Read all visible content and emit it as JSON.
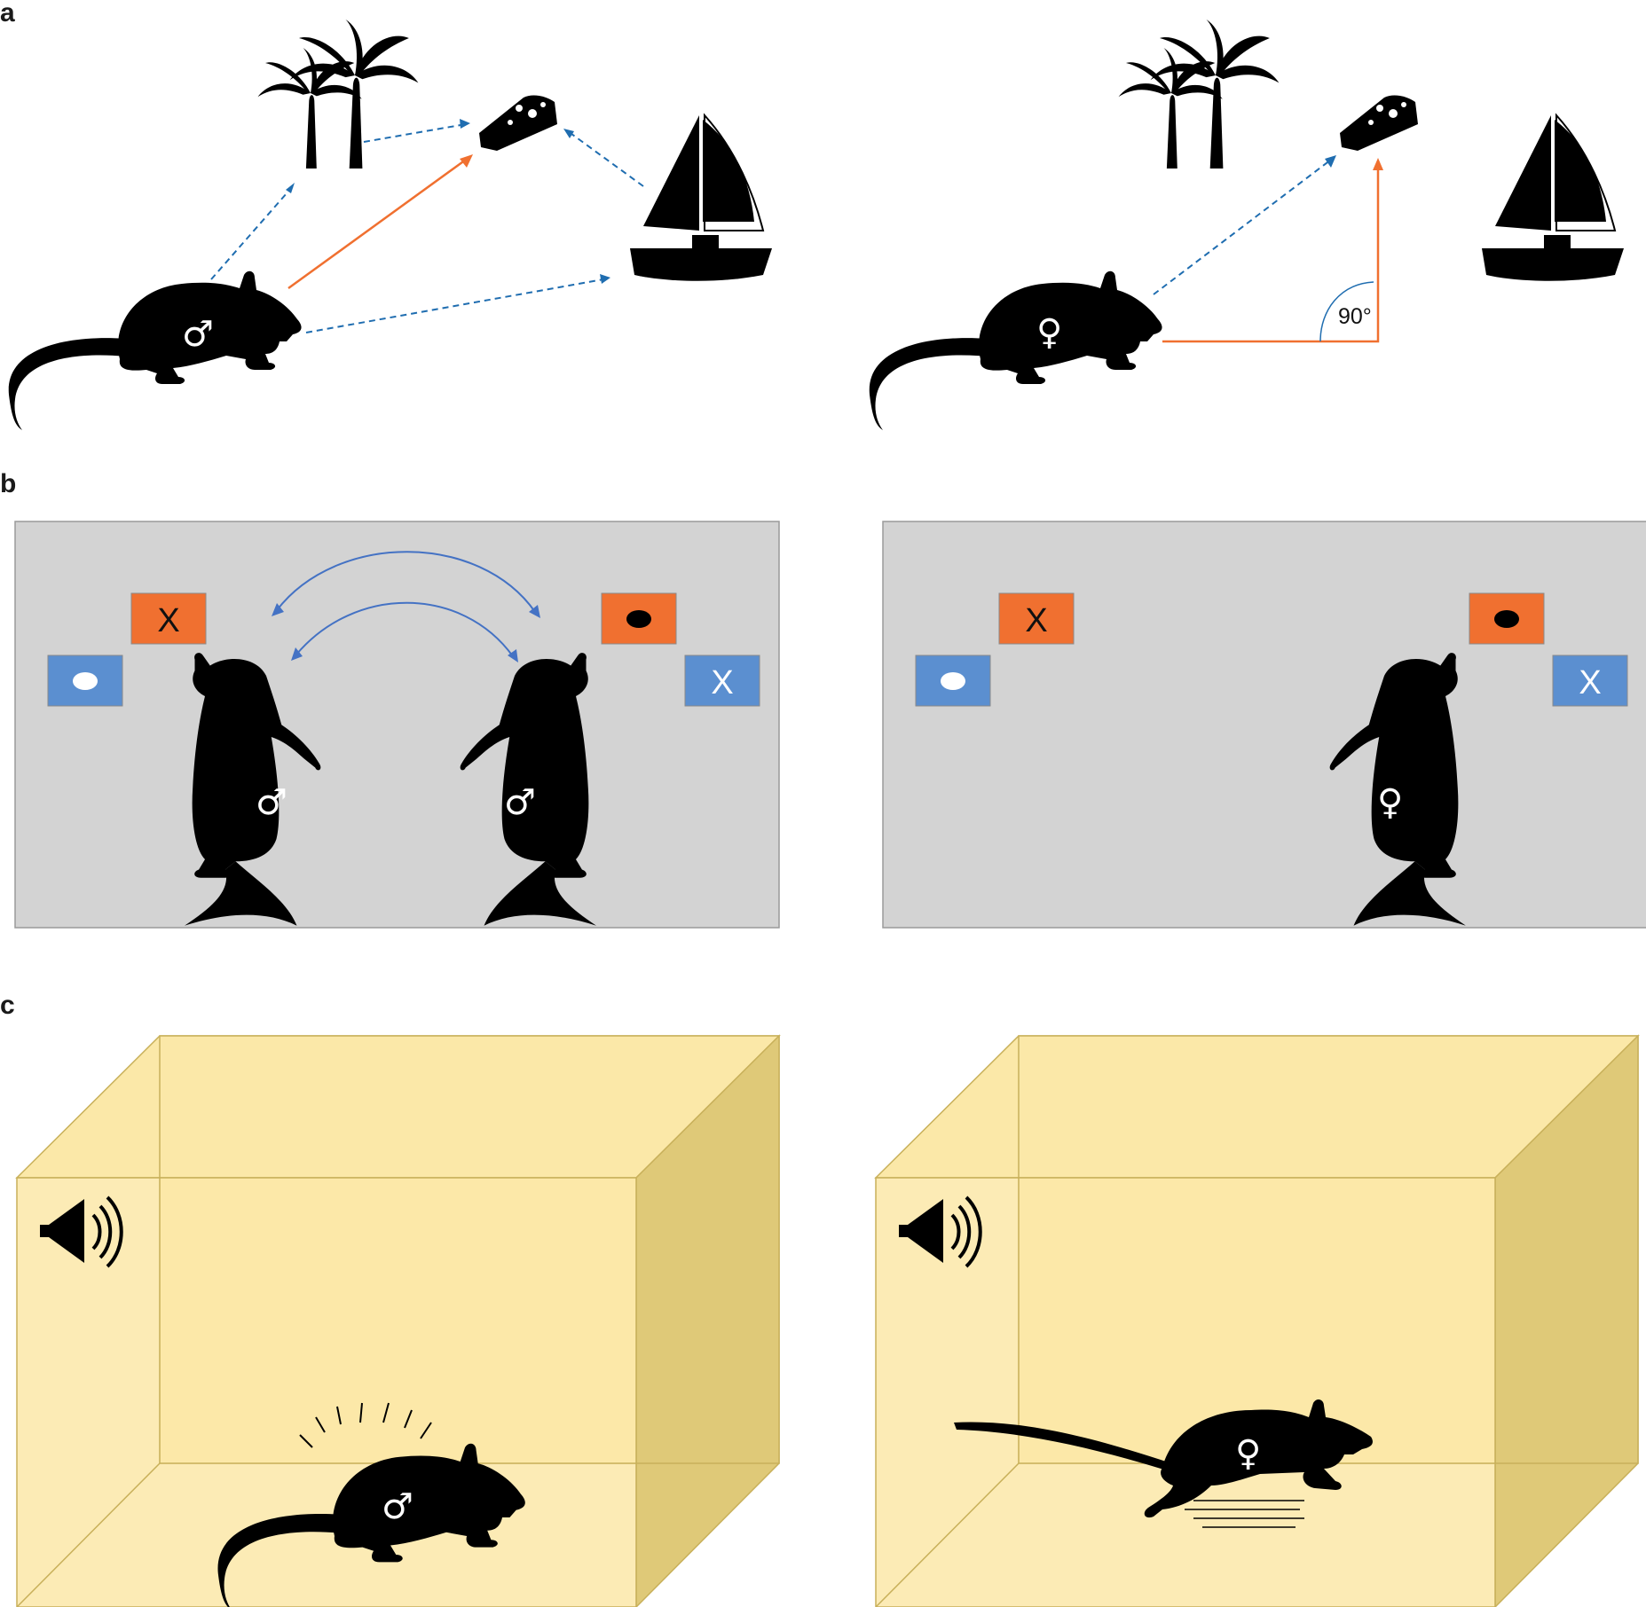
{
  "panels": {
    "a": {
      "label": "a",
      "male_symbol": "♂",
      "female_symbol": "♀",
      "angle_label": "90°"
    },
    "b": {
      "label": "b",
      "male_symbol": "♂",
      "female_symbol": "♀",
      "card_mark_x": "X"
    },
    "c": {
      "label": "c",
      "male_symbol": "♂",
      "female_symbol": "♀"
    }
  },
  "colors": {
    "orange": "#f07030",
    "blue_dashed": "#1f6db0",
    "card_blue": "#5b8fd0",
    "card_orange": "#f07030",
    "arena_gray": "#d3d3d3",
    "box_front": "#fbe8a8",
    "box_side": "#dfc978",
    "box_edge": "#c8b05a"
  },
  "icons": [
    "rat-icon",
    "palm-tree-icon",
    "cheese-icon",
    "sailboat-icon",
    "speaker-icon",
    "motion-lines-icon"
  ]
}
